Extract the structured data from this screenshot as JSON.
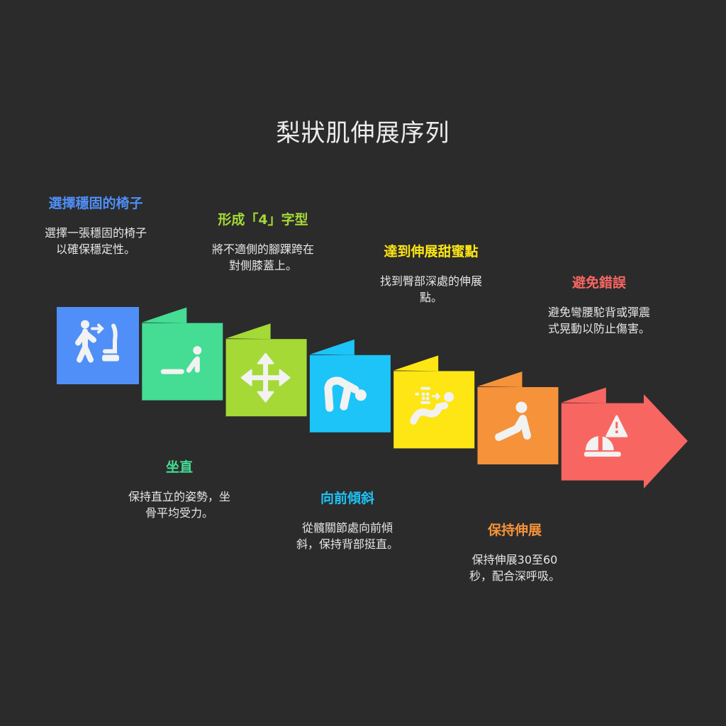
{
  "title": "梨狀肌伸展序列",
  "steps": [
    {
      "heading": "選擇穩固的椅子",
      "desc": [
        "選擇一張穩固的椅子",
        "以確保穩定性。"
      ],
      "color": "#4f8ff7",
      "icon": "person-to-chair-icon"
    },
    {
      "heading": "坐直",
      "desc": [
        "保持直立的姿勢，坐",
        "骨平均受力。"
      ],
      "color": "#45dc94",
      "icon": "seated-person-icon"
    },
    {
      "heading": "形成「4」字型",
      "desc": [
        "將不適側的腳踝跨在",
        "對側膝蓋上。"
      ],
      "color": "#a5d936",
      "icon": "move-arrows-icon"
    },
    {
      "heading": "向前傾斜",
      "desc": [
        "從髖關節處向前傾",
        "斜，保持背部挺直。"
      ],
      "color": "#1cc4f7",
      "icon": "bending-person-icon"
    },
    {
      "heading": "達到伸展甜蜜點",
      "desc": [
        "找到臀部深處的伸展",
        "點。"
      ],
      "color": "#fde614",
      "icon": "stretch-point-icon"
    },
    {
      "heading": "保持伸展",
      "desc": [
        "保持伸展30至60",
        "秒，配合深呼吸。"
      ],
      "color": "#f5923a",
      "icon": "pushup-person-icon"
    },
    {
      "heading": "避免錯誤",
      "desc": [
        "避免彎腰駝背或彈震",
        "式晃動以防止傷害。"
      ],
      "color": "#f86662",
      "icon": "warning-helmet-icon"
    }
  ]
}
